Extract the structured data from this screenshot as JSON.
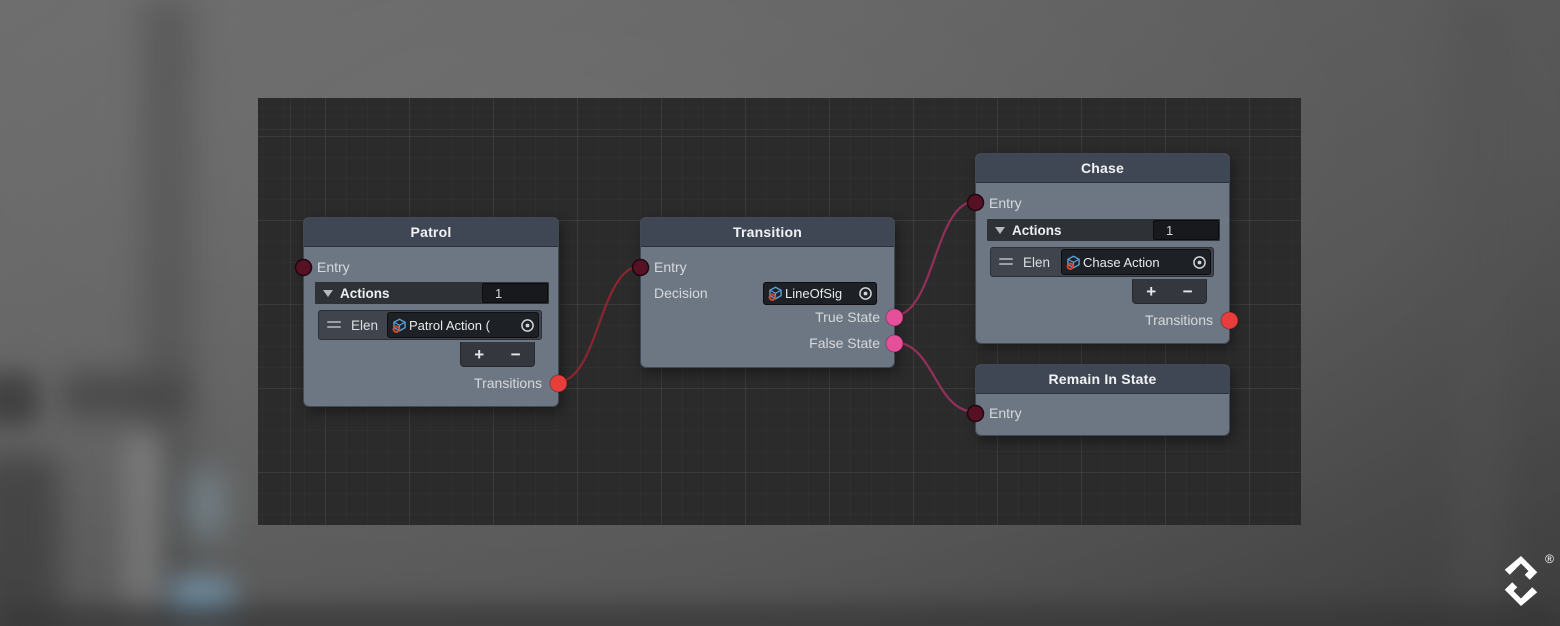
{
  "graph": {
    "nodes": {
      "patrol": {
        "title": "Patrol",
        "entry": "Entry",
        "actions_label": "Actions",
        "actions_count": "1",
        "element_label": "Elen",
        "object_value": "Patrol Action (",
        "add": "+",
        "remove": "−",
        "transitions_label": "Transitions"
      },
      "transition": {
        "title": "Transition",
        "entry": "Entry",
        "decision_label": "Decision",
        "decision_value": "LineOfSig",
        "true_state": "True State",
        "false_state": "False State"
      },
      "chase": {
        "title": "Chase",
        "entry": "Entry",
        "actions_label": "Actions",
        "actions_count": "1",
        "element_label": "Elen",
        "object_value": "Chase Action",
        "add": "+",
        "remove": "−",
        "transitions_label": "Transitions"
      },
      "remain": {
        "title": "Remain In State",
        "entry": "Entry"
      }
    },
    "edges": [
      {
        "from": "Patrol / Transitions",
        "to": "Transition / Entry",
        "color_ref": "edge_red"
      },
      {
        "from": "Transition / True State",
        "to": "Chase / Entry",
        "color_ref": "edge_pink"
      },
      {
        "from": "Transition / False State",
        "to": "Remain In State / Entry",
        "color_ref": "edge_pink"
      }
    ],
    "colors": {
      "entry_port": "#571124",
      "red_port": "#e73d3b",
      "pink_port": "#e6509a",
      "edge_red": "#8a2630",
      "edge_pink": "#93305a",
      "node_header": "#404754",
      "node_body": "#6d7683",
      "canvas": "#2b2b2c"
    }
  },
  "watermark": {
    "registered": "®"
  }
}
